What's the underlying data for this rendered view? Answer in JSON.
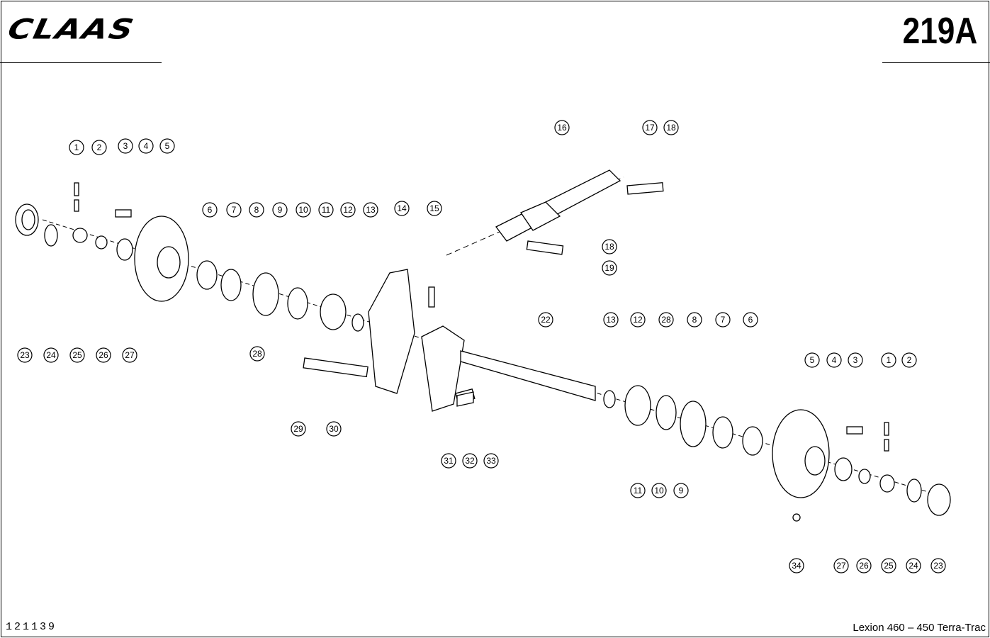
{
  "header": {
    "brand": "CLAAS",
    "page_number": "219A"
  },
  "footer": {
    "document_number": "121139",
    "model": "Lexion 460 – 450 Terra-Trac"
  },
  "callouts": [
    "1",
    "2",
    "3",
    "4",
    "5",
    "6",
    "7",
    "8",
    "9",
    "10",
    "11",
    "12",
    "13",
    "14",
    "15",
    "16",
    "17",
    "18",
    "18",
    "19",
    "23",
    "24",
    "25",
    "26",
    "27",
    "28",
    "22",
    "13",
    "12",
    "28",
    "8",
    "7",
    "6",
    "5",
    "4",
    "3",
    "1",
    "2",
    "29",
    "30",
    "31",
    "32",
    "33",
    "11",
    "10",
    "9",
    "34",
    "27",
    "26",
    "25",
    "24",
    "23"
  ]
}
